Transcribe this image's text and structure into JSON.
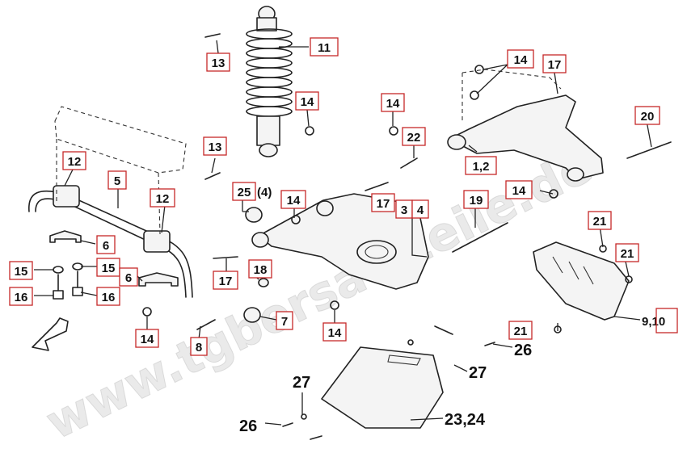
{
  "watermark": "www.tgbersatzteile.de",
  "callouts": {
    "c11": "11",
    "c13a": "13",
    "c14a": "14",
    "c13b": "13",
    "c14b": "14",
    "c22": "22",
    "c12": "1,2",
    "c14c": "14",
    "c17a": "17",
    "c20": "20",
    "c14d": "14",
    "c12a": "12",
    "c5": "5",
    "c12b": "12",
    "c6a": "6",
    "c15a": "15",
    "c15b": "15",
    "c16a": "16",
    "c16b": "16",
    "c6b": "6",
    "c25": "25",
    "c25q": "(4)",
    "c14e": "14",
    "c17b": "17",
    "c3": "3",
    "c4": "4",
    "c19": "19",
    "c21a": "21",
    "c21b": "21",
    "c17c": "17",
    "c18": "18",
    "c7": "7",
    "c8": "8",
    "c14f": "14",
    "c14g": "14",
    "c910": "9,10",
    "c21c": "21",
    "c26a": "26",
    "c27a": "27",
    "c27b": "27",
    "c2324": "23,24",
    "c26b": "26"
  }
}
